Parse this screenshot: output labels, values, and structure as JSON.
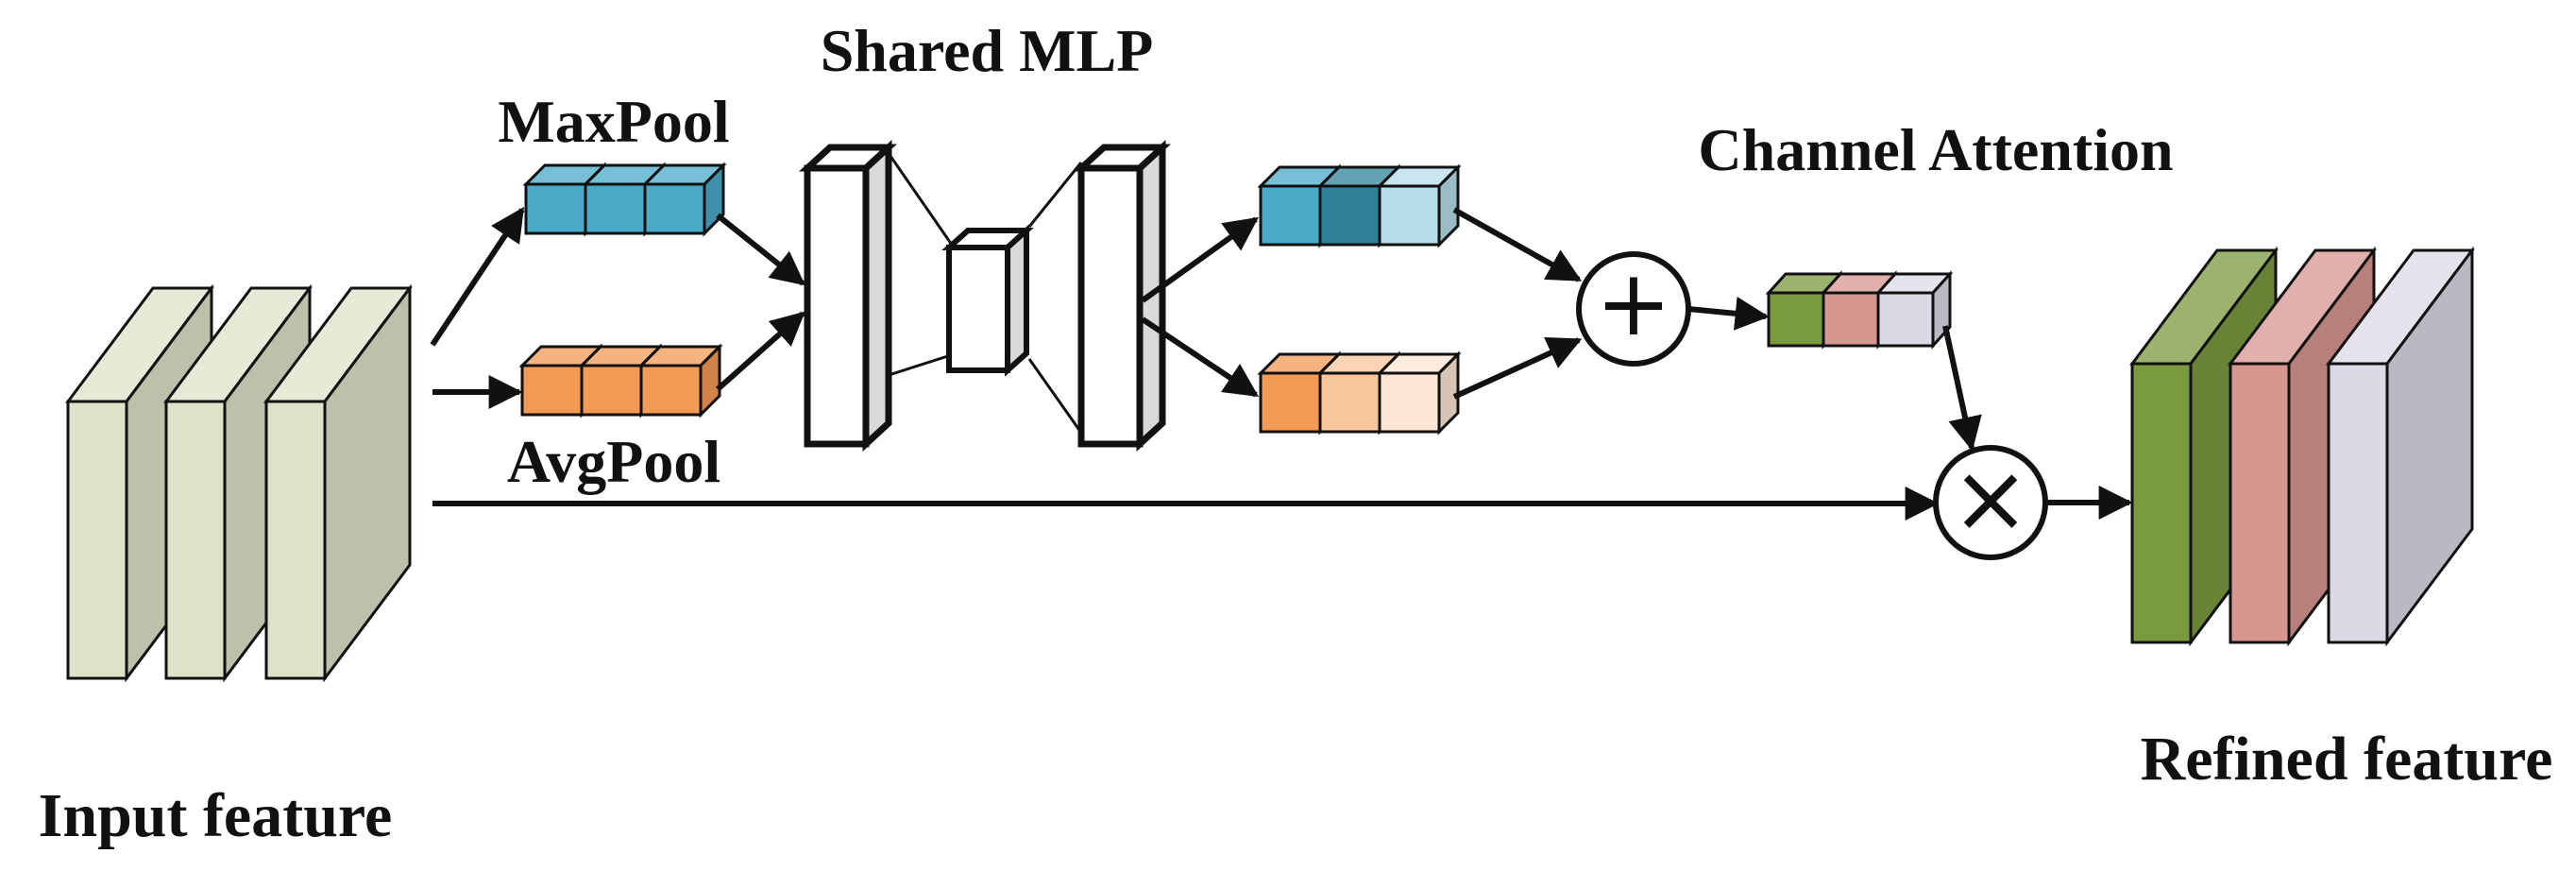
{
  "labels": {
    "maxpool": "MaxPool",
    "avgpool": "AvgPool",
    "shared_mlp": "Shared MLP",
    "channel_attention": "Channel Attention",
    "input_feature": "Input feature",
    "refined_feature": "Refined feature"
  },
  "operators": {
    "add": "+",
    "multiply": "×"
  },
  "colors": {
    "input_feature": "#dde3c8",
    "maxpool_cube": "#4aaac8",
    "avgpool_cube": "#f39a55",
    "mlp_max_out": [
      "#4aaac8",
      "#2f8199",
      "#b5dde9"
    ],
    "mlp_avg_out": [
      "#f39a55",
      "#f8c69c",
      "#fde6d4"
    ],
    "channel_attention": [
      "#7a9a3e",
      "#d89690",
      "#dcd8e6"
    ],
    "refined_feature": [
      "#7a9a3e",
      "#d89690",
      "#dcd8e6"
    ],
    "stroke": "#111111"
  }
}
